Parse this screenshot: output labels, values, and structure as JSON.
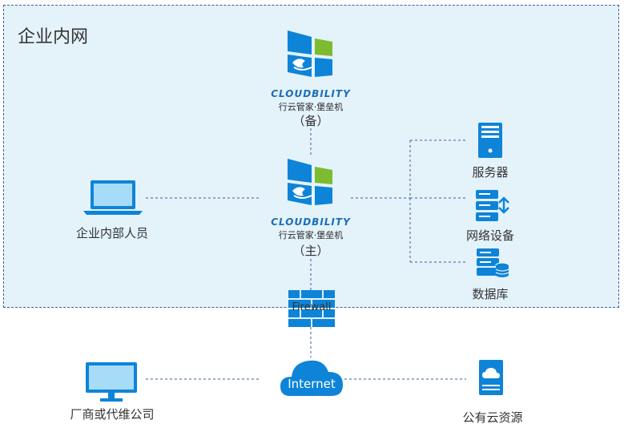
{
  "zone": {
    "title": "企业内网"
  },
  "bastion_backup": {
    "brand": "CLOUDBILITY",
    "subtitle": "行云管家·堡垒机",
    "role": "（备）"
  },
  "bastion_main": {
    "brand": "CLOUDBILITY",
    "subtitle": "行云管家·堡垒机",
    "role": "（主）"
  },
  "nodes": {
    "internal_staff": "企业内部人员",
    "server": "服务器",
    "network_device": "网络设备",
    "database": "数据库",
    "firewall": "Firewall",
    "internet": "Internet",
    "vendor": "厂商或代维公司",
    "public_cloud": "公有云资源"
  },
  "colors": {
    "accent": "#0e84d8",
    "zone_bg": "#e4f2fa",
    "line": "#3a5f9a",
    "logo_green": "#7dbb2f"
  }
}
